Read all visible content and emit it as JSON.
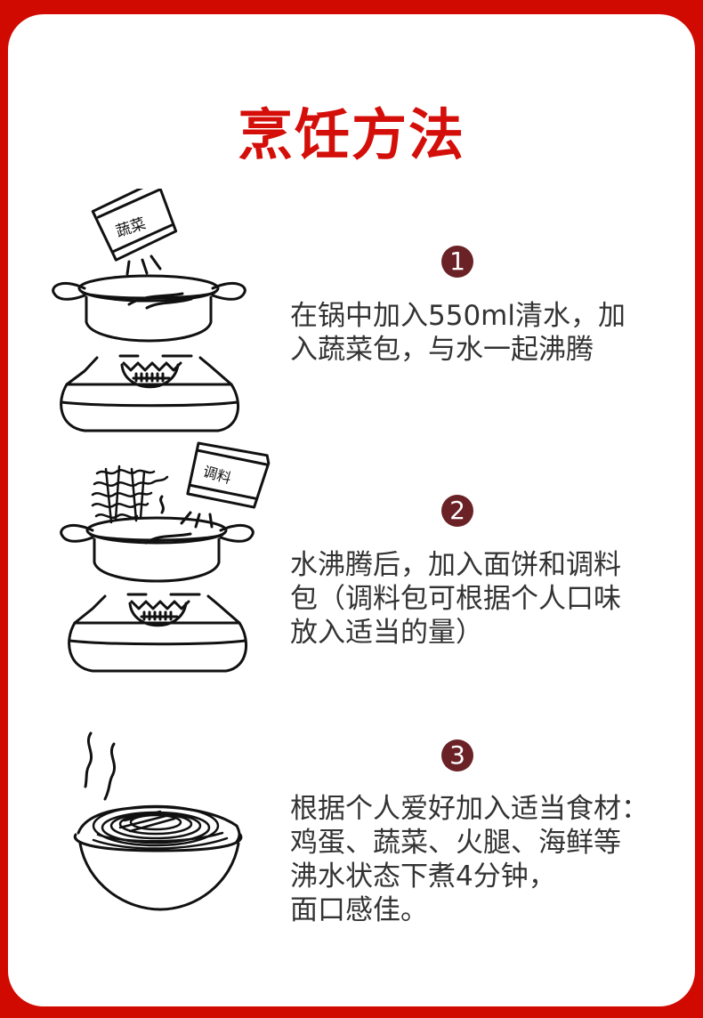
{
  "page": {
    "title": "烹饪方法",
    "colors": {
      "frame": "#d00a00",
      "title": "#d40f0a",
      "badge": "#6b2226",
      "text": "#333333"
    }
  },
  "steps": [
    {
      "number": "1",
      "illustration": "pot-on-stove-vegetable-packet-icon",
      "packet_label": "蔬菜",
      "lines": [
        "在锅中加入550ml清水，加",
        "入蔬菜包，与水一起沸腾"
      ]
    },
    {
      "number": "2",
      "illustration": "pot-on-stove-noodles-seasoning-icon",
      "packet_label": "调料",
      "lines": [
        "水沸腾后，加入面饼和调料",
        "包（调料包可根据个人口味",
        "放入适当的量）"
      ]
    },
    {
      "number": "3",
      "illustration": "noodle-bowl-steam-icon",
      "lines": [
        "根据个人爱好加入适当食材：",
        "鸡蛋、蔬菜、火腿、海鲜等",
        "沸水状态下煮4分钟，",
        "面口感佳。"
      ]
    }
  ]
}
